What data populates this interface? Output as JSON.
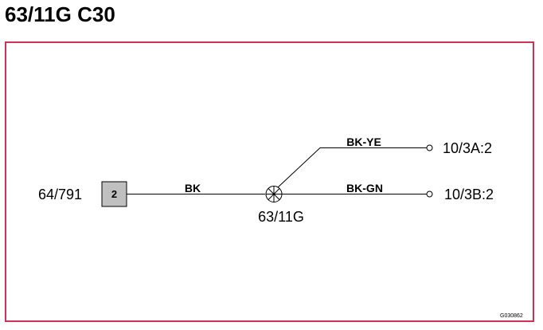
{
  "title": "63/11G C30",
  "diagram": {
    "connector": {
      "label": "64/791",
      "pin": "2"
    },
    "wires": [
      {
        "name": "wire-bk",
        "color_code": "BK"
      },
      {
        "name": "wire-bk-ye",
        "color_code": "BK-YE"
      },
      {
        "name": "wire-bk-gn",
        "color_code": "BK-GN"
      }
    ],
    "splice": {
      "label": "63/11G"
    },
    "terminals": [
      {
        "label": "10/3A:2"
      },
      {
        "label": "10/3B:2"
      }
    ],
    "reference_code": "G030862"
  },
  "colors": {
    "frame_border": "#cf3157",
    "connector_fill": "#c0c0c0",
    "line": "#000000"
  }
}
